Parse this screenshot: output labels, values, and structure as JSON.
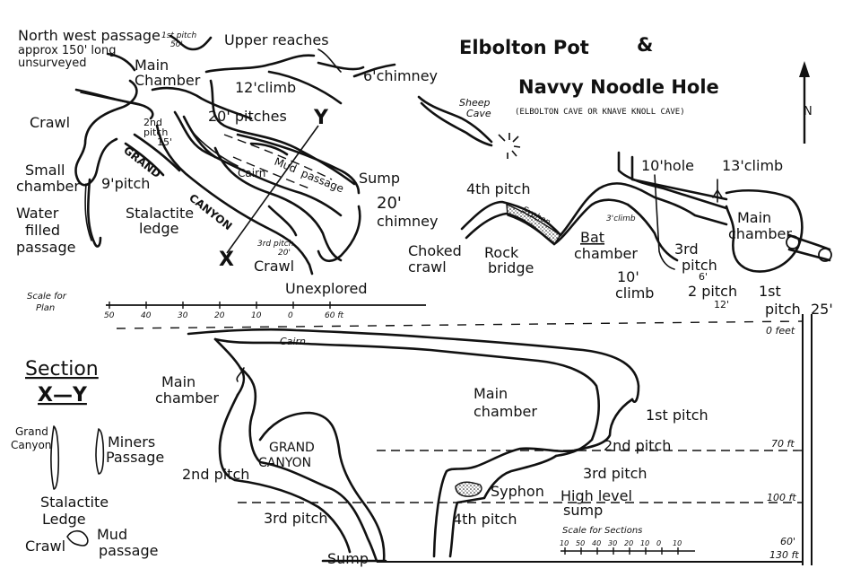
{
  "title": {
    "line1": "Elbolton Pot",
    "amp": "&",
    "line2": "Navvy Noodle Hole",
    "alt_name": "(ELBOLTON CAVE OR KNAVE KNOLL CAVE)"
  },
  "north_label": "N",
  "plan": {
    "labels": {
      "north_west_1": "North west passage",
      "north_west_2": "approx 150' long",
      "north_west_3": "unsurveyed",
      "first_pitch_top": "1st pitch",
      "first_pitch_top_depth": "50'",
      "upper_reaches": "Upper reaches",
      "six_chimney": "6'chimney",
      "main_chamber_1": "Main",
      "main_chamber_2": "Chamber",
      "twelve_climb": "12'climb",
      "crawl_left": "Crawl",
      "second_pitch_1": "2nd",
      "second_pitch_2": "pitch",
      "second_pitch_3": "15'",
      "twenty_pitches": "20' pitches",
      "y_marker": "Y",
      "sheep_cave_1": "Sheep",
      "sheep_cave_2": "Cave",
      "grand": "GRAND",
      "canyon": "CANYON",
      "small_chamber_1": "Small",
      "small_chamber_2": "chamber",
      "nine_pitch": "9'pitch",
      "cairn": "Cairn",
      "mud_passage_1": "Mud",
      "mud_passage_2": "passage",
      "sump_top": "Sump",
      "twenty_chimney_1": "20'",
      "twenty_chimney_2": "chimney",
      "water_1": "Water",
      "water_2": "filled",
      "water_3": "passage",
      "stalactite_1": "Stalactite",
      "stalactite_2": "ledge",
      "third_pitch_1": "3rd pitch",
      "third_pitch_2": "20'",
      "crawl_bottom": "Crawl",
      "x_marker": "X",
      "unexplored": "Unexplored",
      "fourth_pitch": "4th pitch",
      "syphon_plan": "Syphon",
      "choked_1": "Choked",
      "choked_2": "crawl",
      "rock_1": "Rock",
      "rock_2": "bridge",
      "bat_1": "Bat",
      "bat_2": "chamber",
      "three_climb": "3'climb",
      "ten_hole": "10'hole",
      "thirteen_climb": "13'climb",
      "nav_main_1": "Main",
      "nav_main_2": "chamber",
      "nav_third_1": "3rd",
      "nav_third_2": "pitch",
      "nav_third_3": "6'",
      "ten_climb_1": "10'",
      "ten_climb_2": "climb",
      "two_pitch_1": "2 pitch",
      "two_pitch_2": "12'",
      "nav_first_1": "1st",
      "nav_first_2": "pitch",
      "nav_first_3": "25'"
    },
    "scale_label_1": "Scale for",
    "scale_label_2": "Plan",
    "scale_ticks": [
      "50",
      "40",
      "30",
      "20",
      "10",
      "0",
      "60 ft"
    ]
  },
  "section": {
    "title": "Section",
    "subtitle": "X—Y",
    "labels": {
      "cairn": "Cairn",
      "main_chamber_left_1": "Main",
      "main_chamber_left_2": "chamber",
      "grand_canyon_1": "GRAND",
      "grand_canyon_2": "CANYON",
      "second_pitch": "2nd pitch",
      "third_pitch": "3rd pitch",
      "sump": "Sump",
      "main_chamber_right_1": "Main",
      "main_chamber_right_2": "chamber",
      "first_pitch": "1st pitch",
      "second_pitch_right": "2nd pitch",
      "third_pitch_right": "3rd pitch",
      "syphon": "Syphon",
      "high_level_1": "High level",
      "high_level_2": "sump",
      "fourth_pitch": "4th pitch"
    },
    "legend": {
      "grand_1": "Grand",
      "grand_2": "Canyon",
      "miners_1": "Miners",
      "miners_2": "Passage",
      "stalactite_1": "Stalactite",
      "stalactite_2": "Ledge",
      "crawl": "Crawl",
      "mud_1": "Mud",
      "mud_2": "passage"
    },
    "depth_marks": [
      "0 feet",
      "70 ft",
      "100 ft",
      "60'",
      "130 ft"
    ],
    "scale_label": "Scale for Sections",
    "scale_ticks": [
      "10",
      "50",
      "40",
      "30",
      "20",
      "10",
      "0",
      "10"
    ]
  }
}
